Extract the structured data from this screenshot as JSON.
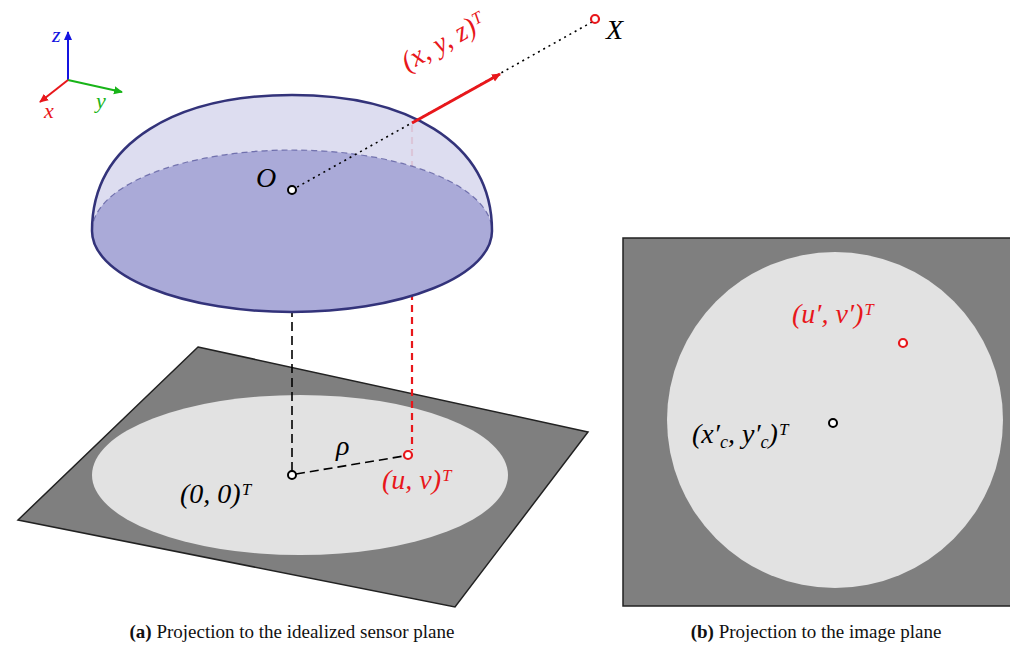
{
  "diagram": {
    "labels": [
      "z",
      "x",
      "y",
      "(x, y, z)ᵀ",
      "X⃗",
      "O⃗",
      "(0, 0)ᵀ",
      "ρ",
      "(u, v)ᵀ",
      "(u′, v′)ᵀ",
      "(x′c, y′c)ᵀ",
      "(a) Projection to the idealized sensor plane",
      "(b) Projection to the image plane"
    ]
  }
}
